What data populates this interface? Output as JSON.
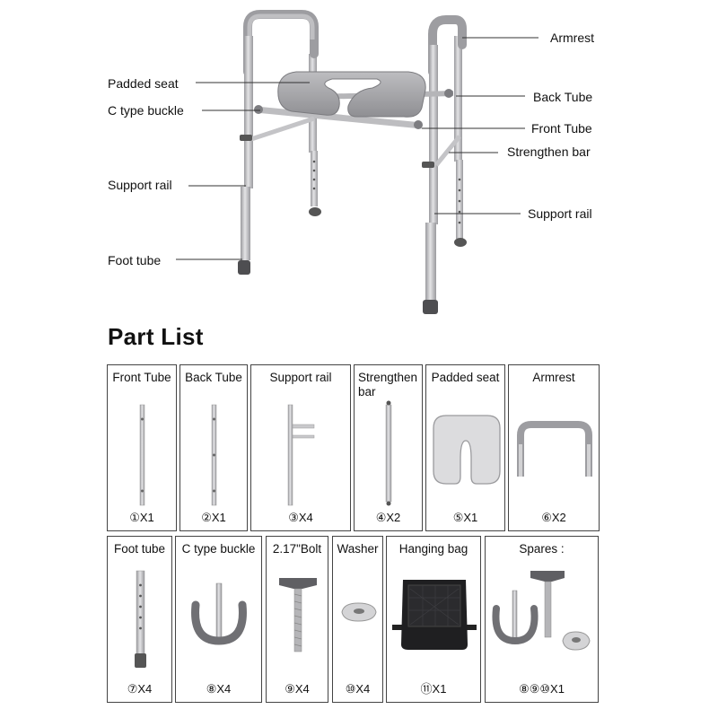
{
  "labels": {
    "armrest": "Armrest",
    "padded_seat": "Padded seat",
    "back_tube": "Back Tube",
    "c_type_buckle": "C type buckle",
    "front_tube": "Front Tube",
    "strengthen_bar": "Strengthen bar",
    "support_rail_left": "Support rail",
    "support_rail_right": "Support rail",
    "foot_tube": "Foot tube"
  },
  "part_list": {
    "title": "Part List",
    "row1": [
      {
        "name": "Front Tube",
        "qty": "①X1",
        "icon": "front-tube-icon"
      },
      {
        "name": "Back Tube",
        "qty": "②X1",
        "icon": "back-tube-icon"
      },
      {
        "name": "Support rail",
        "qty": "③X4",
        "icon": "support-rail-icon"
      },
      {
        "name": "Strengthen bar",
        "qty": "④X2",
        "icon": "strengthen-bar-icon"
      },
      {
        "name": "Padded seat",
        "qty": "⑤X1",
        "icon": "padded-seat-icon"
      },
      {
        "name": "Armrest",
        "qty": "⑥X2",
        "icon": "armrest-icon"
      }
    ],
    "row2": [
      {
        "name": "Foot tube",
        "qty": "⑦X4",
        "icon": "foot-tube-icon"
      },
      {
        "name": "C type buckle",
        "qty": "⑧X4",
        "icon": "c-buckle-icon"
      },
      {
        "name": "2.17\"Bolt",
        "qty": "⑨X4",
        "icon": "bolt-icon"
      },
      {
        "name": "Washer",
        "qty": "⑩X4",
        "icon": "washer-icon"
      },
      {
        "name": "Hanging bag",
        "qty": "⑪X1",
        "icon": "hanging-bag-icon"
      },
      {
        "name": "Spares :",
        "qty": "⑧⑨⑩X1",
        "icon": "spares-icon"
      }
    ]
  },
  "colors": {
    "metal": "#c9c9cc",
    "metal_dark": "#8e8e92",
    "pad": "#a8a8ab",
    "rubber": "#555558",
    "border": "#444444"
  }
}
